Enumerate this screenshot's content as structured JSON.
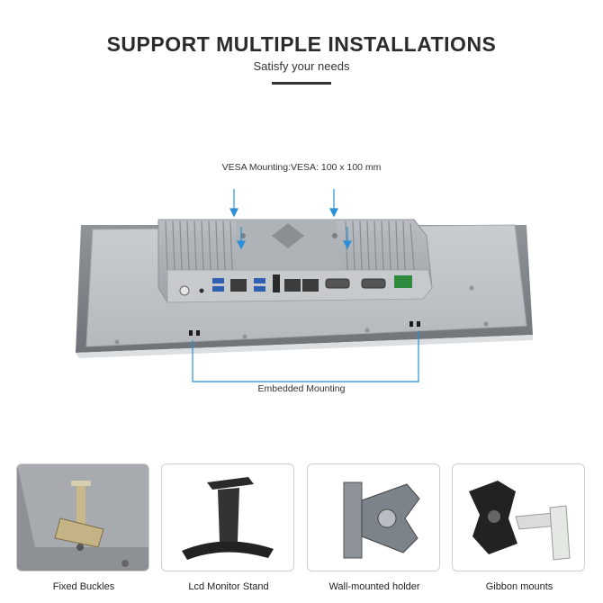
{
  "header": {
    "title": "SUPPORT MULTIPLE INSTALLATIONS",
    "subtitle": "Satisfy your needs"
  },
  "diagram": {
    "vesa_label": "VESA Mounting:VESA: 100 x 100 mm",
    "embedded_label": "Embedded Mounting",
    "accent_color": "#2a8fd6"
  },
  "mounts": [
    {
      "caption": "Fixed Buckles",
      "icon": "bracket-icon"
    },
    {
      "caption": "Lcd Monitor Stand",
      "icon": "stand-icon"
    },
    {
      "caption": "Wall-mounted holder",
      "icon": "wall-mount-icon"
    },
    {
      "caption": "Gibbon mounts",
      "icon": "arm-mount-icon"
    }
  ]
}
